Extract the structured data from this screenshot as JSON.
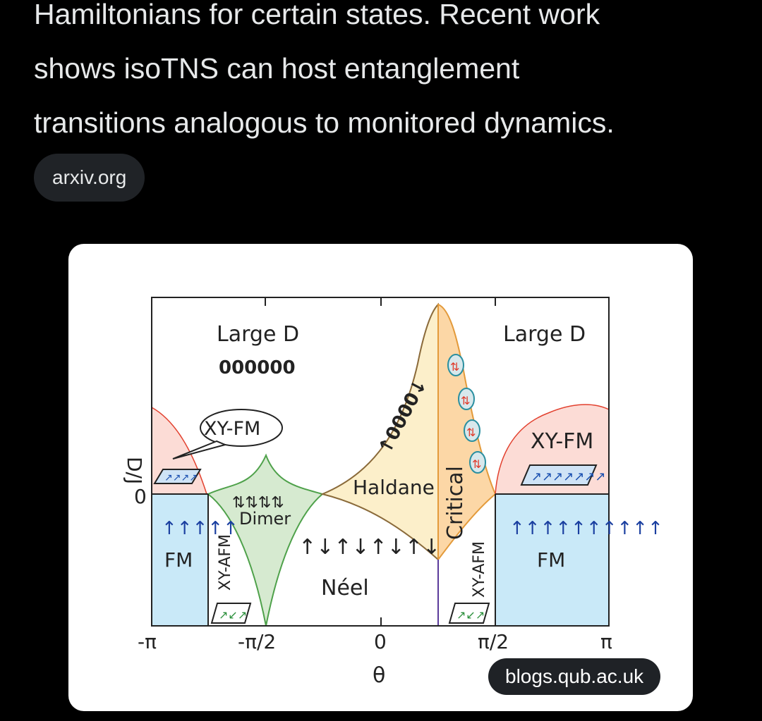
{
  "post": {
    "lines": [
      "Hamiltonians for certain states. Recent work",
      "shows isoTNS can host entanglement",
      "transitions analogous to monitored dynamics."
    ],
    "link_chip": "arxiv.org"
  },
  "media": {
    "source_chip": "blogs.qub.ac.uk",
    "diagram": {
      "y_axis_label": "D/J",
      "y_zero_label": "0",
      "x_axis_label": "θ",
      "x_ticks": [
        "-π",
        "-π/2",
        "0",
        "π/2",
        "π"
      ],
      "regions": {
        "large_d_left": "Large D",
        "large_d_left_state": "000000",
        "large_d_right": "Large D",
        "xy_fm_bubble": "XY-FM",
        "xy_fm_right": "XY-FM",
        "fm_left": "FM",
        "fm_right": "FM",
        "dimer": "Dimer",
        "neel": "Néel",
        "neel_state": "↑↓↑↓↑↓↑↓",
        "haldane": "Haldane",
        "haldane_state": "↑0000↓",
        "critical": "Critical",
        "xy_afm_left": "XY-AFM",
        "xy_afm_right": "XY-AFM"
      },
      "colors": {
        "xy_fm": "#fcdcd6",
        "fm": "#c9e9f8",
        "dimer": "#d6ead0",
        "haldane": "#fcefca",
        "critical": "#fcd7a6"
      }
    }
  }
}
